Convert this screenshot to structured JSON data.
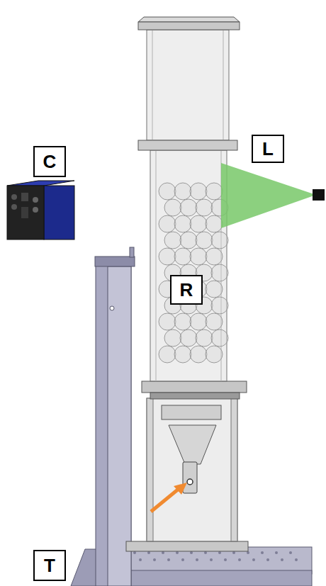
{
  "diagram": {
    "nodes": [
      {
        "text": [
          "C"
        ]
      },
      {
        "text": [
          "L"
        ]
      },
      {
        "text": [
          "R"
        ]
      },
      {
        "text": [
          "T"
        ]
      }
    ]
  }
}
